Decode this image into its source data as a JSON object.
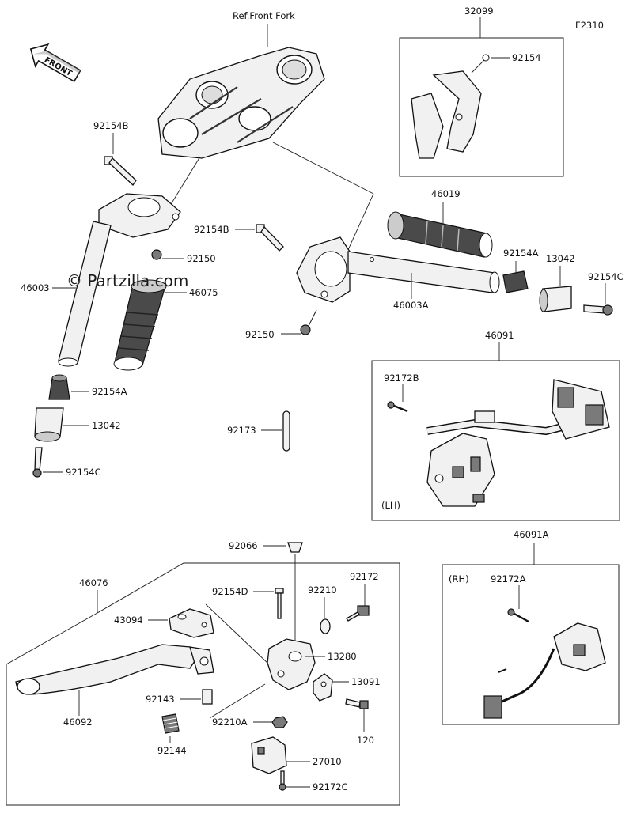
{
  "figure_code": "F2310",
  "reference_note": "Ref.Front Fork",
  "front_arrow_label": "FRONT",
  "watermark": "© Partzilla.com",
  "parts": {
    "p32099": "32099",
    "p92154_top": "92154",
    "p92154B_left": "92154B",
    "p92150_left": "92150",
    "p46003": "46003",
    "p46075": "46075",
    "p92154A_left": "92154A",
    "p13042_left": "13042",
    "p92154C_left": "92154C",
    "p92154B_center": "92154B",
    "p92150_center": "92150",
    "p46003A": "46003A",
    "p46019": "46019",
    "p92154A_right": "92154A",
    "p13042_right": "13042",
    "p92154C_right": "92154C",
    "p92173": "92173",
    "p46091": "46091",
    "p92172B": "92172B",
    "lh": "(LH)",
    "p46091A": "46091A",
    "rh": "(RH)",
    "p92172A": "92172A",
    "p92066": "92066",
    "p46076": "46076",
    "p92154D": "92154D",
    "p92210": "92210",
    "p92172": "92172",
    "p43094": "43094",
    "p13280": "13280",
    "p13091": "13091",
    "p92143": "92143",
    "p46092": "46092",
    "p92210A": "92210A",
    "p120": "120",
    "p92144": "92144",
    "p27010": "27010",
    "p92172C": "92172C"
  }
}
